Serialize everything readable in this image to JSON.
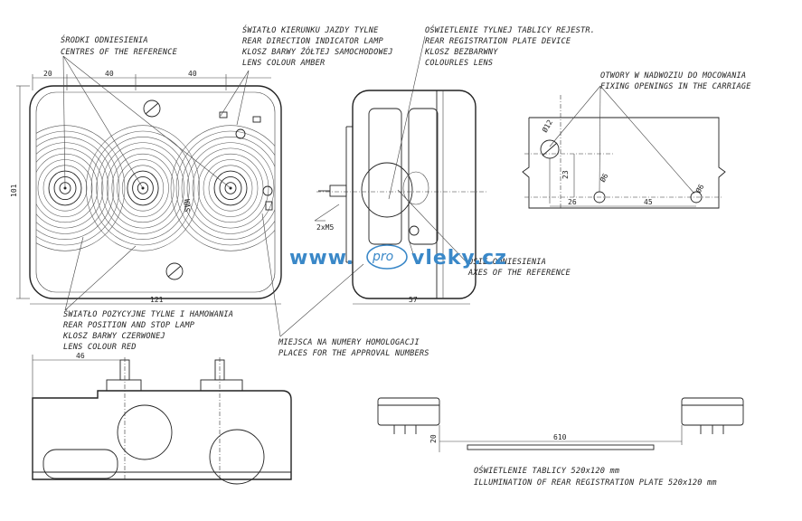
{
  "labels": {
    "centres_pl": "ŚRODKI ODNIESIENIA",
    "centres_en": "CENTRES OF THE REFERENCE",
    "indicator_pl": "ŚWIATŁO KIERUNKU JAZDY TYLNE",
    "indicator_en": "REAR DIRECTION INDICATOR LAMP",
    "indicator_lens_pl": "KLOSZ BARWY ŻÓŁTEJ SAMOCHODOWEJ",
    "indicator_lens_en": "LENS COLOUR AMBER",
    "plate_pl": "OŚWIETLENIE TYLNEJ TABLICY REJESTR.",
    "plate_en": "REAR REGISTRATION PLATE DEVICE",
    "plate_lens_pl": "KLOSZ BEZBARWNY",
    "plate_lens_en": "COLOURLES LENS",
    "fixing_pl": "OTWORY W NADWOZIU DO MOCOWANIA",
    "fixing_en": "FIXING OPENINGS IN THE CARRIAGE",
    "axes_pl": "OSIE ODNIESIENIA",
    "axes_en": "AXES OF THE REFERENCE",
    "position_pl": "ŚWIATŁO POZYCYJNE TYLNE I HAMOWANIA",
    "position_en": "REAR POSITION AND STOP LAMP",
    "position_lens_pl": "KLOSZ BARWY CZERWONEJ",
    "position_lens_en": "LENS COLOUR RED",
    "approval_pl": "MIEJSCA NA NUMERY HOMOLOGACJI",
    "approval_en": "PLACES FOR THE APPROVAL NUMBERS",
    "illum_pl": "OŚWIETLENIE TABLICY 520x120 mm",
    "illum_en": "ILLUMINATION OF REAR REGISTRATION PLATE 520x120 mm",
    "was": "WAS",
    "thread": "2xM5"
  },
  "dimensions": {
    "d20": "20",
    "d40a": "40",
    "d40b": "40",
    "d101": "101",
    "d121": "121",
    "d57": "57",
    "d46": "46",
    "d610": "610",
    "d20b": "20",
    "phi12": "Ø12",
    "d23": "23",
    "phi6a": "Ø6",
    "phi6b": "Ø6",
    "d26": "26",
    "d45": "45"
  },
  "watermark": {
    "pre": "www.",
    "mid": "pro",
    "post": "vleky.cz",
    "color": "#3a88c8"
  }
}
